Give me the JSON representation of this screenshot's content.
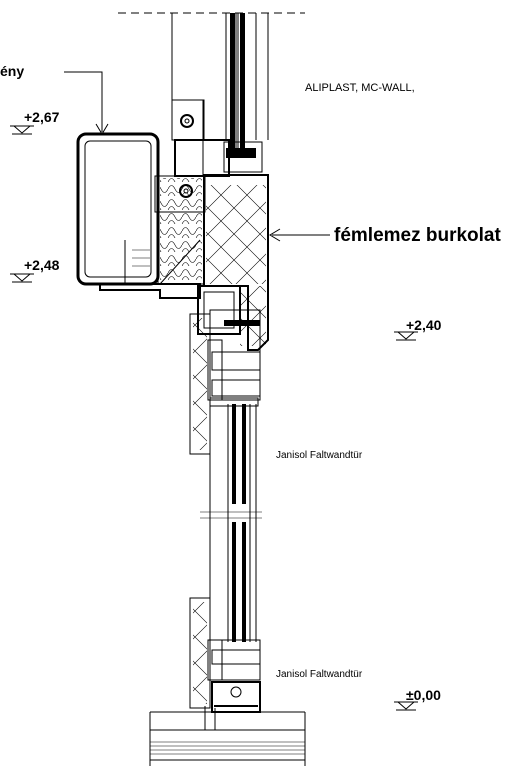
{
  "labels": {
    "product_top": "ALIPLAST, MC-WALL,",
    "cladding": "fémlemez burkolat",
    "partial_left": "ény",
    "door_upper": "Janisol Faltwandtür",
    "door_lower": "Janisol Faltwandtür"
  },
  "levels": {
    "l267": "+2,67",
    "l248": "+2,48",
    "l240": "+2,40",
    "l000": "±0,00"
  }
}
